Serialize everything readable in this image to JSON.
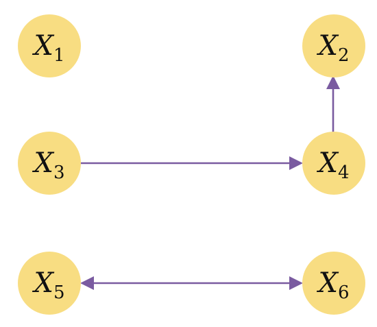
{
  "diagram": {
    "colors": {
      "node_fill": "#F8DD82",
      "edge": "#7A5BA0",
      "label": "#111111"
    },
    "nodes": [
      {
        "id": "x1",
        "base": "X",
        "sub": "1"
      },
      {
        "id": "x2",
        "base": "X",
        "sub": "2"
      },
      {
        "id": "x3",
        "base": "X",
        "sub": "3"
      },
      {
        "id": "x4",
        "base": "X",
        "sub": "4"
      },
      {
        "id": "x5",
        "base": "X",
        "sub": "5"
      },
      {
        "id": "x6",
        "base": "X",
        "sub": "6"
      }
    ],
    "edges": [
      {
        "from": "x4",
        "to": "x2",
        "type": "directed"
      },
      {
        "from": "x3",
        "to": "x4",
        "type": "directed"
      },
      {
        "from": "x5",
        "to": "x6",
        "type": "bidirected"
      }
    ]
  }
}
